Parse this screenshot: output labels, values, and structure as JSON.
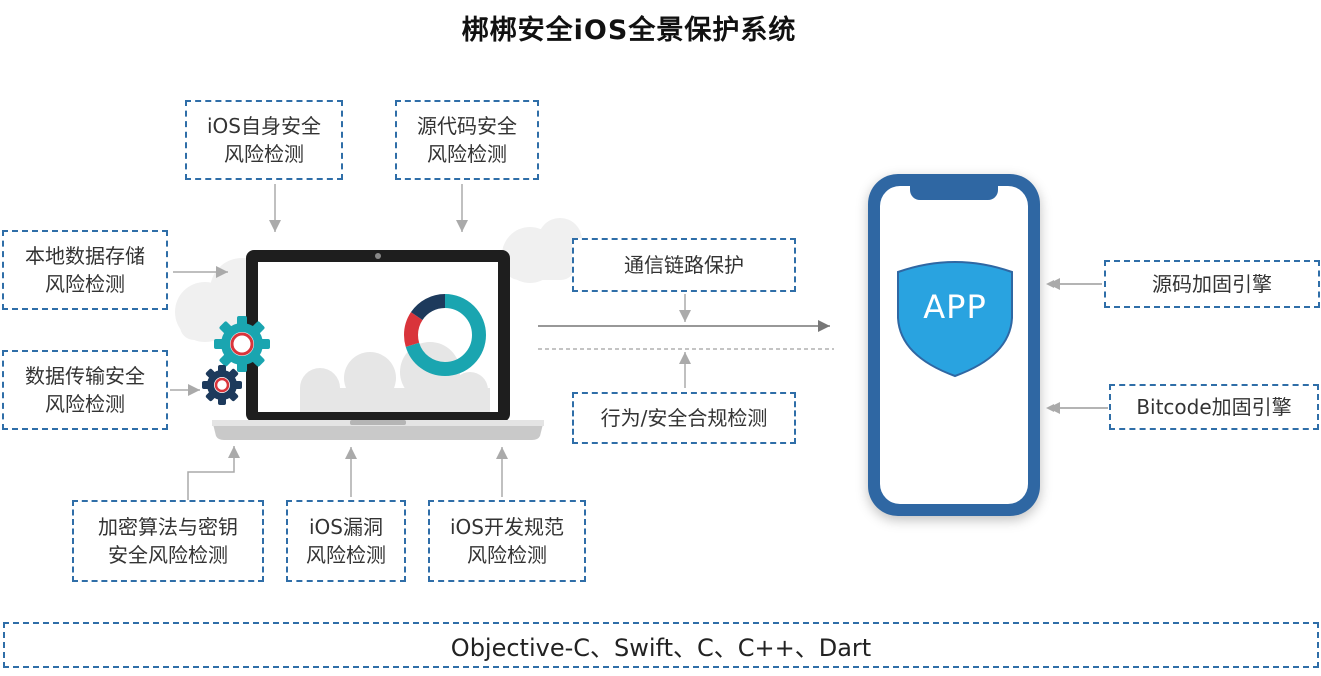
{
  "title": "梆梆安全iOS全景保护系统",
  "boxes": {
    "ios_self": [
      "iOS自身安全",
      "风险检测"
    ],
    "source_code": [
      "源代码安全",
      "风险检测"
    ],
    "local_storage": [
      "本地数据存储",
      "风险检测"
    ],
    "data_transfer": [
      "数据传输安全",
      "风险检测"
    ],
    "crypto": [
      "加密算法与密钥",
      "安全风险检测"
    ],
    "ios_vuln": [
      "iOS漏洞",
      "风险检测"
    ],
    "ios_dev": [
      "iOS开发规范",
      "风险检测"
    ],
    "comm_protect": "通信链路保护",
    "behavior": "行为/安全合规检测",
    "source_harden": "源码加固引擎",
    "bitcode_harden": "Bitcode加固引擎"
  },
  "app_label": "APP",
  "languages": "Objective-C、Swift、C、C++、Dart",
  "colors": {
    "border": "#2f6ea8",
    "phone": "#2f67a3",
    "shield": "#29a3e0",
    "teal": "#1aa5b0",
    "navy": "#1d3a5c",
    "red": "#d9343b"
  }
}
